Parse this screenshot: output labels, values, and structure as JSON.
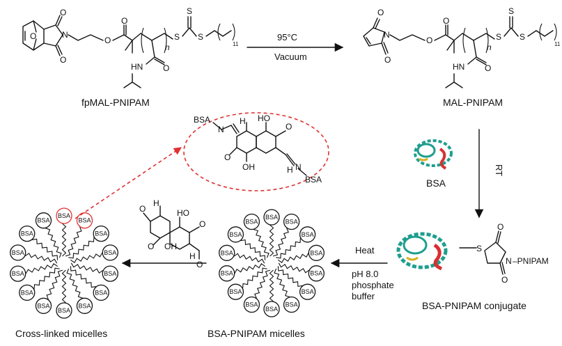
{
  "labels": {
    "fpmal": "fpMAL-PNIPAM",
    "mal": "MAL-PNIPAM",
    "bsa": "BSA",
    "conjugate": "BSA-PNIPAM conjugate",
    "micelles": "BSA-PNIPAM micelles",
    "crosslinked": "Cross-linked micelles"
  },
  "conditions": {
    "temp": "95°C",
    "vacuum": "Vacuum",
    "rt": "RT",
    "heat": "Heat",
    "ph": "pH 8.0",
    "phosphate": "phosphate",
    "buffer": "buffer"
  },
  "atoms": {
    "O": "O",
    "N": "N",
    "S": "S",
    "H": "H",
    "HN": "HN",
    "HO": "HO",
    "OH": "OH",
    "n": "n",
    "eleven": "11",
    "bsa": "BSA",
    "pnipam": "–PNIPAM"
  },
  "colors": {
    "dashed": "#e03030",
    "protein_teal": "#1e9e8e",
    "protein_red": "#d83030",
    "protein_yellow": "#d8b020"
  }
}
